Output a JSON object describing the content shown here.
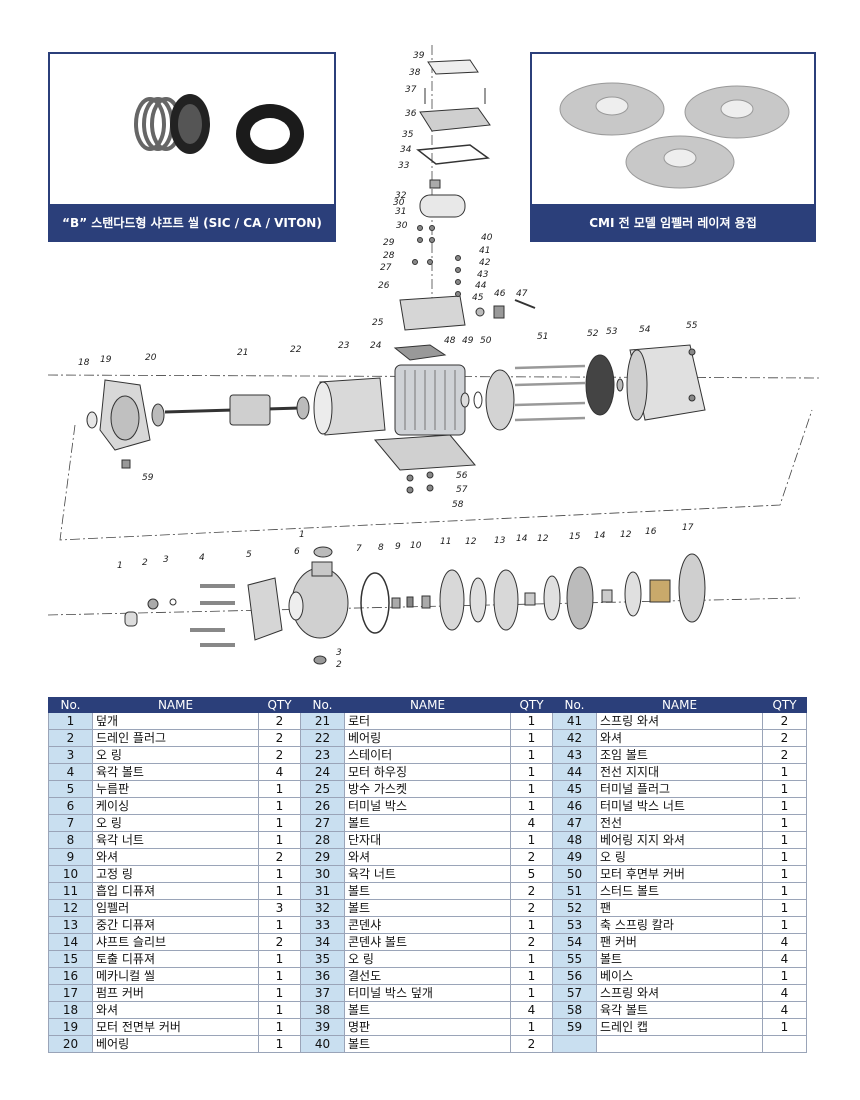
{
  "photos": {
    "seal_caption": "“B” 스탠다드형 샤프트 씰 (SIC / CA / VITON)",
    "impeller_caption": "CMI 전 모델 임펠러 레이져 용접"
  },
  "colors": {
    "header_bg": "#2b3f7a",
    "no_cell_bg": "#c9dff0",
    "grid": "#9aa4b8"
  },
  "diagram_labels": {
    "upper": [
      "39",
      "38",
      "37",
      "36",
      "35",
      "34",
      "33",
      "32",
      "31",
      "30",
      "30",
      "29",
      "28",
      "27",
      "26",
      "25",
      "24",
      "23",
      "22",
      "21",
      "20",
      "19",
      "18",
      "59",
      "40",
      "41",
      "42",
      "43",
      "44",
      "45",
      "46",
      "47",
      "48",
      "49",
      "50",
      "51",
      "52",
      "53",
      "54",
      "55",
      "56",
      "57",
      "58"
    ],
    "lower": [
      "1",
      "2",
      "3",
      "4",
      "5",
      "6",
      "1",
      "7",
      "8",
      "9",
      "10",
      "11",
      "12",
      "13",
      "14",
      "12",
      "15",
      "14",
      "12",
      "16",
      "17",
      "3",
      "2"
    ]
  },
  "table": {
    "headers": [
      "No.",
      "NAME",
      "QTY"
    ],
    "rows": [
      [
        [
          "1",
          "덮개",
          "2"
        ],
        [
          "21",
          "로터",
          "1"
        ],
        [
          "41",
          "스프링 와셔",
          "2"
        ]
      ],
      [
        [
          "2",
          "드레인 플러그",
          "2"
        ],
        [
          "22",
          "베어링",
          "1"
        ],
        [
          "42",
          "와셔",
          "2"
        ]
      ],
      [
        [
          "3",
          "오 링",
          "2"
        ],
        [
          "23",
          "스테이터",
          "1"
        ],
        [
          "43",
          "조임 볼트",
          "2"
        ]
      ],
      [
        [
          "4",
          "육각 볼트",
          "4"
        ],
        [
          "24",
          "모터 하우징",
          "1"
        ],
        [
          "44",
          "전선 지지대",
          "1"
        ]
      ],
      [
        [
          "5",
          "누름판",
          "1"
        ],
        [
          "25",
          "방수 가스켓",
          "1"
        ],
        [
          "45",
          "터미널 플러그",
          "1"
        ]
      ],
      [
        [
          "6",
          "케이싱",
          "1"
        ],
        [
          "26",
          "터미널 박스",
          "1"
        ],
        [
          "46",
          "터미널 박스 너트",
          "1"
        ]
      ],
      [
        [
          "7",
          "오 링",
          "1"
        ],
        [
          "27",
          "볼트",
          "4"
        ],
        [
          "47",
          "전선",
          "1"
        ]
      ],
      [
        [
          "8",
          "육각 너트",
          "1"
        ],
        [
          "28",
          "단자대",
          "1"
        ],
        [
          "48",
          "베어링 지지 와셔",
          "1"
        ]
      ],
      [
        [
          "9",
          "와셔",
          "2"
        ],
        [
          "29",
          "와셔",
          "2"
        ],
        [
          "49",
          "오 링",
          "1"
        ]
      ],
      [
        [
          "10",
          "고정 링",
          "1"
        ],
        [
          "30",
          "육각 너트",
          "5"
        ],
        [
          "50",
          "모터 후면부 커버",
          "1"
        ]
      ],
      [
        [
          "11",
          "흡입 디퓨져",
          "1"
        ],
        [
          "31",
          "볼트",
          "2"
        ],
        [
          "51",
          "스터드 볼트",
          "1"
        ]
      ],
      [
        [
          "12",
          "임펠러",
          "3"
        ],
        [
          "32",
          "볼트",
          "2"
        ],
        [
          "52",
          "팬",
          "1"
        ]
      ],
      [
        [
          "13",
          "중간 디퓨져",
          "1"
        ],
        [
          "33",
          "콘덴샤",
          "1"
        ],
        [
          "53",
          "축 스프링 칼라",
          "1"
        ]
      ],
      [
        [
          "14",
          "샤프트 슬리브",
          "2"
        ],
        [
          "34",
          "콘덴샤 볼트",
          "2"
        ],
        [
          "54",
          "팬 커버",
          "4"
        ]
      ],
      [
        [
          "15",
          "토출 디퓨져",
          "1"
        ],
        [
          "35",
          "오 링",
          "1"
        ],
        [
          "55",
          "볼트",
          "4"
        ]
      ],
      [
        [
          "16",
          "메카니컬 씰",
          "1"
        ],
        [
          "36",
          "결선도",
          "1"
        ],
        [
          "56",
          "베이스",
          "1"
        ]
      ],
      [
        [
          "17",
          "펌프 커버",
          "1"
        ],
        [
          "37",
          "터미널 박스 덮개",
          "1"
        ],
        [
          "57",
          "스프링 와셔",
          "4"
        ]
      ],
      [
        [
          "18",
          "와셔",
          "1"
        ],
        [
          "38",
          "볼트",
          "4"
        ],
        [
          "58",
          "육각 볼트",
          "4"
        ]
      ],
      [
        [
          "19",
          "모터 전면부 커버",
          "1"
        ],
        [
          "39",
          "명판",
          "1"
        ],
        [
          "59",
          "드레인 캡",
          "1"
        ]
      ],
      [
        [
          "20",
          "베어링",
          "1"
        ],
        [
          "40",
          "볼트",
          "2"
        ],
        [
          "",
          "",
          ""
        ]
      ]
    ]
  }
}
